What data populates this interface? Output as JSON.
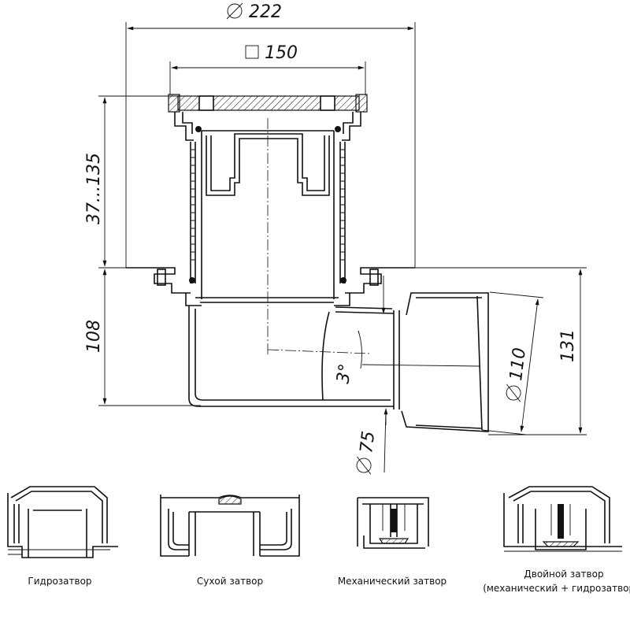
{
  "dimensions": {
    "d222": "222",
    "sq150": "150",
    "h37_135": "37...135",
    "h108": "108",
    "h131": "131",
    "d110": "110",
    "d75": "75",
    "angle3": "3°"
  },
  "variants": [
    {
      "caption": "Гидрозатвор"
    },
    {
      "caption": "Сухой затвор"
    },
    {
      "caption": "Механический затвор"
    },
    {
      "caption_line1": "Двойной затвор",
      "caption_line2": "(механический + гидрозатвор)"
    }
  ]
}
